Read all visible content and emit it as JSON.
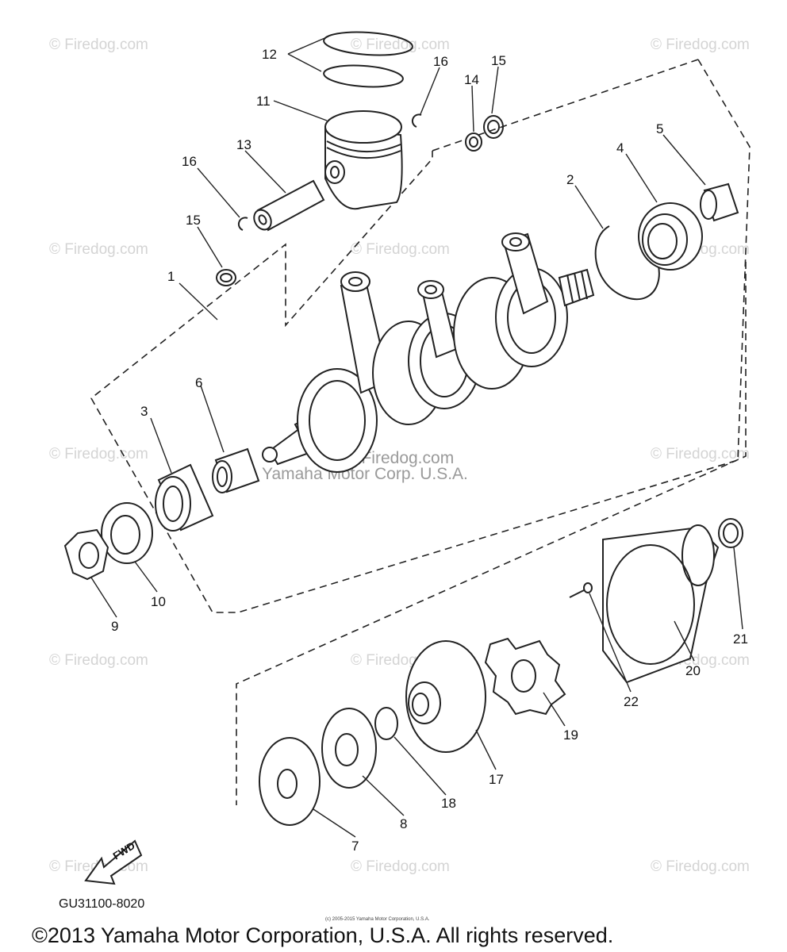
{
  "watermarks": {
    "text": "© Firedog.com",
    "center_text": "©Firedog.com",
    "yamaha_text": "Yamaha Motor Corp. U.S.A."
  },
  "callouts": {
    "c1": "1",
    "c2": "2",
    "c3": "3",
    "c4": "4",
    "c5": "5",
    "c6": "6",
    "c7": "7",
    "c8": "8",
    "c9": "9",
    "c10": "10",
    "c11": "11",
    "c12": "12",
    "c13": "13",
    "c14": "14",
    "c15a": "15",
    "c15b": "15",
    "c16a": "16",
    "c16b": "16",
    "c17": "17",
    "c18": "18",
    "c19": "19",
    "c20": "20",
    "c21": "21",
    "c22": "22"
  },
  "fwd_label": "FWD",
  "diagram_code": "GU31100-8020",
  "small_copyright": "(c) 2005-2015 Yamaha Motor Corporation, U.S.A.",
  "copyright": "©2013 Yamaha Motor Corporation, U.S.A. All rights reserved."
}
